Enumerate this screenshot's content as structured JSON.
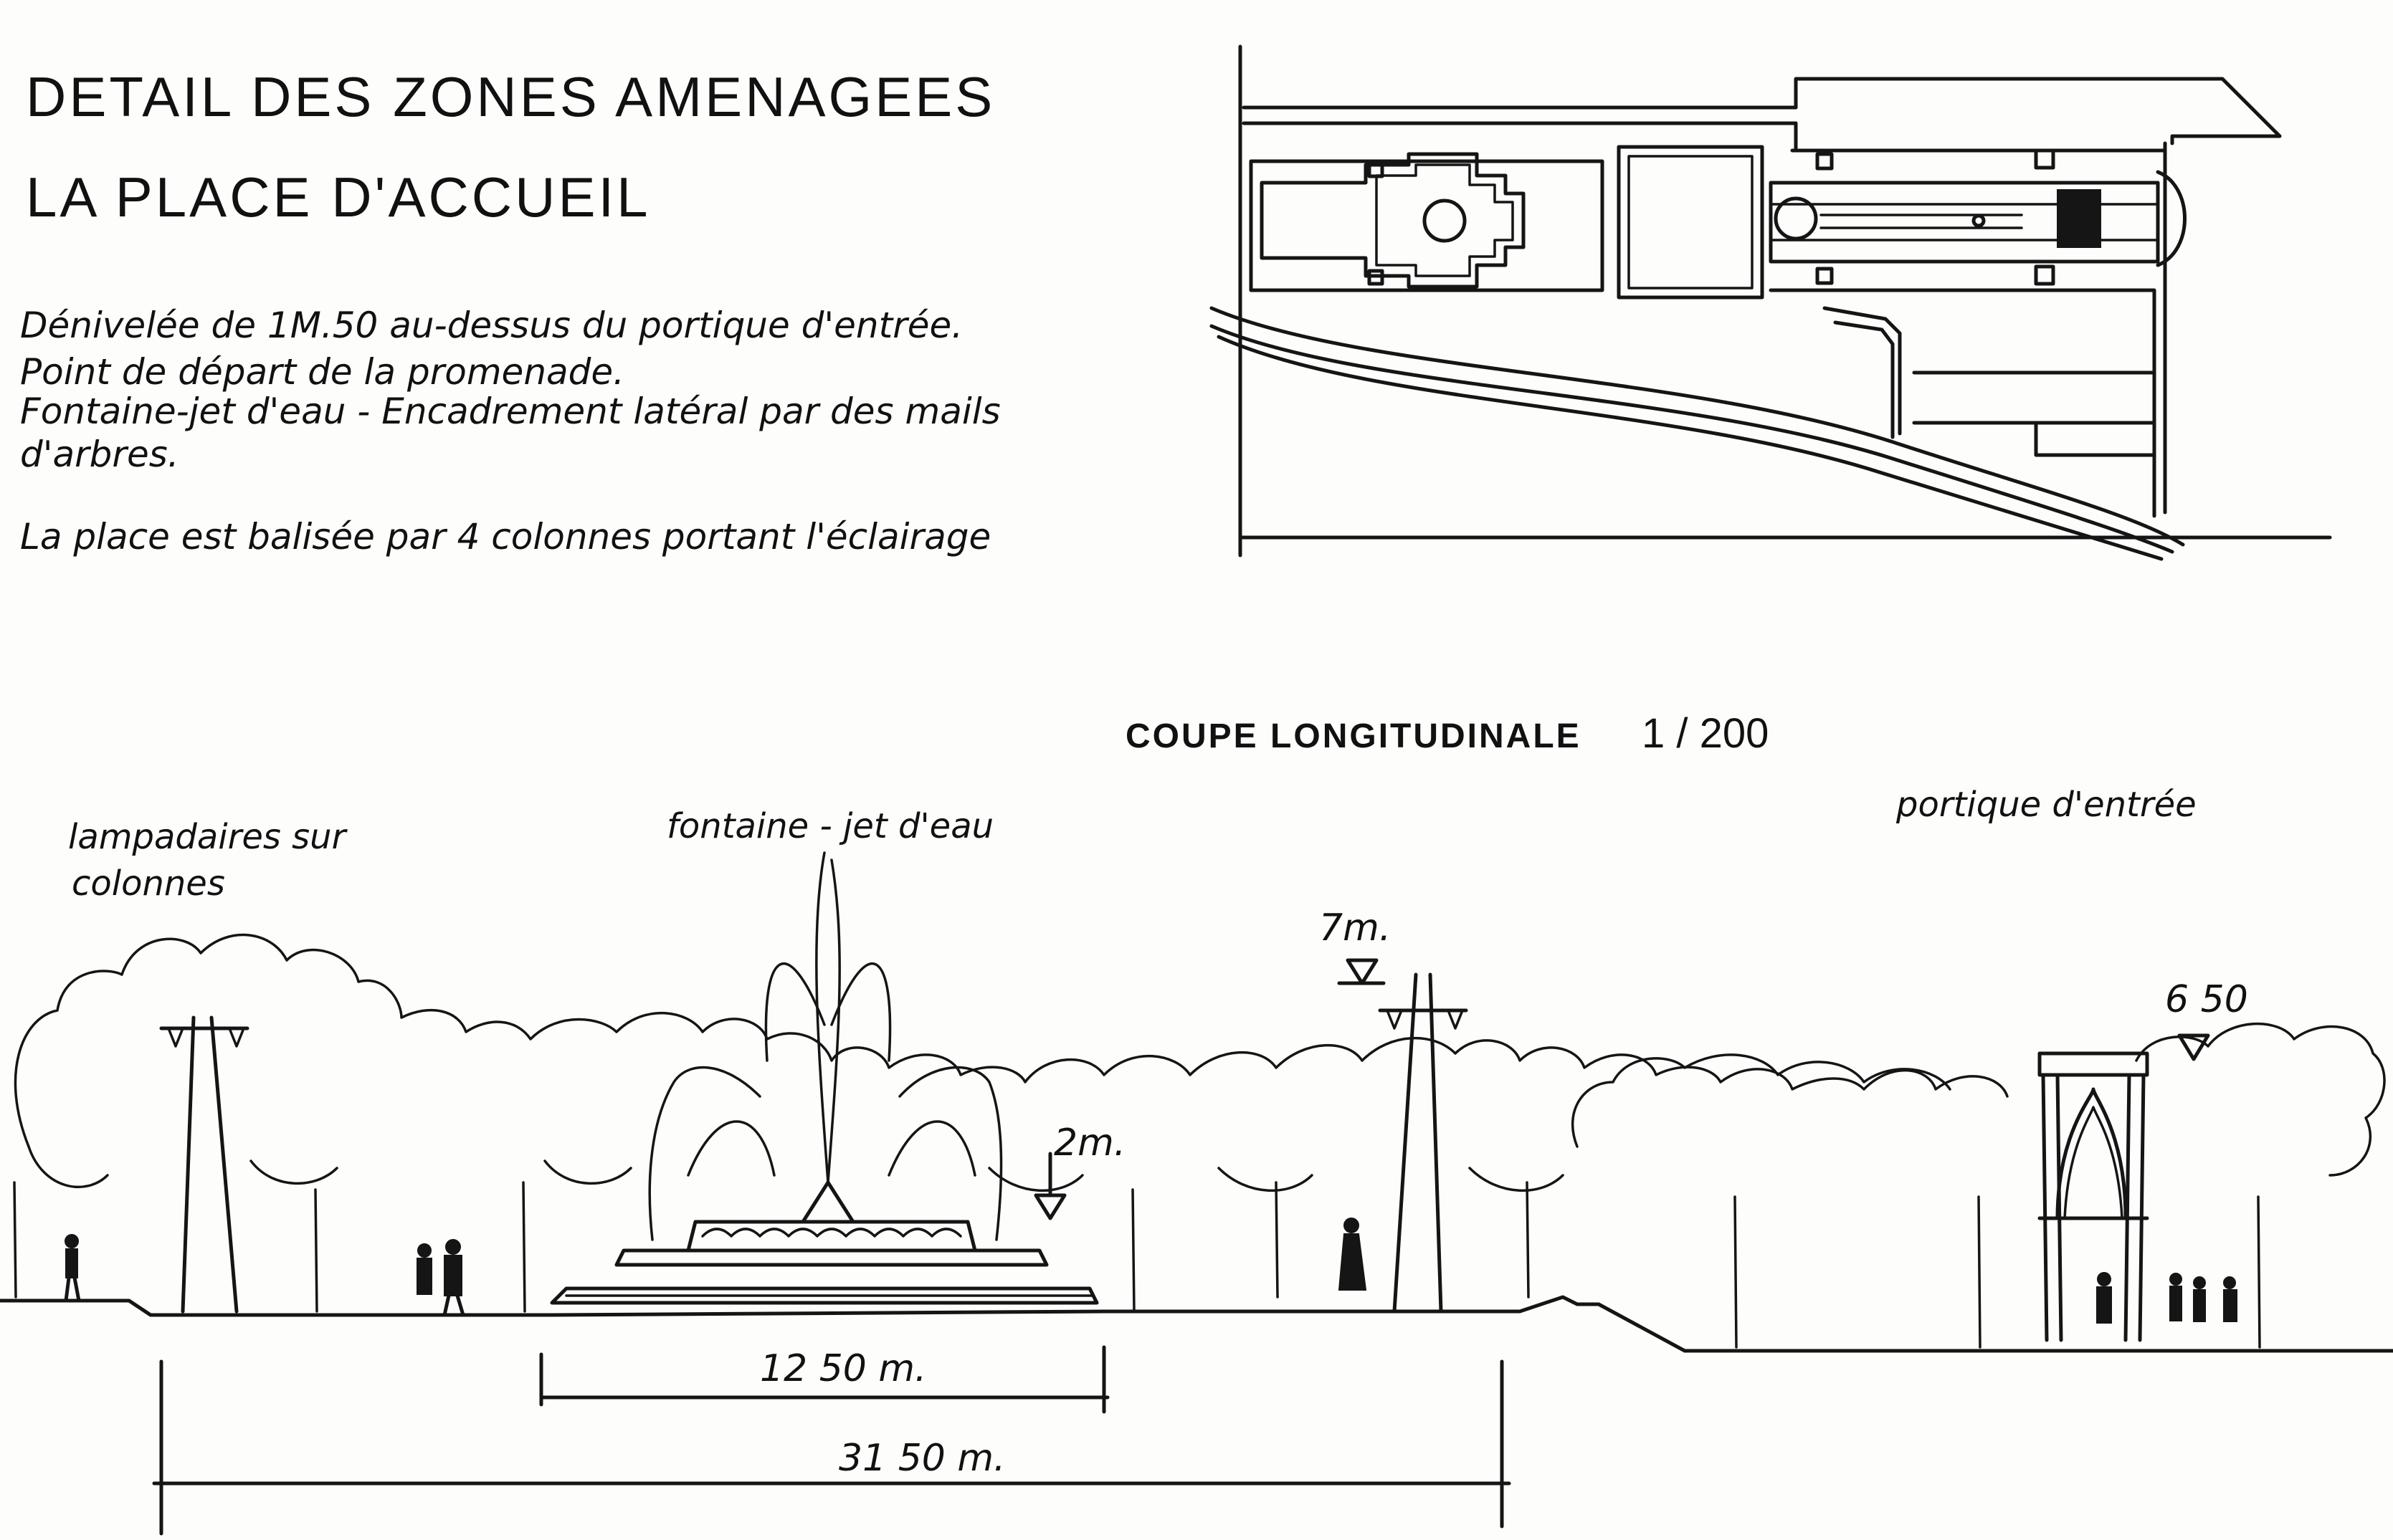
{
  "titles": {
    "line1": "DETAIL DES ZONES AMENAGEES",
    "line2": "LA PLACE D'ACCUEIL"
  },
  "notes": [
    "Dénivelée de 1M.50 au-dessus du portique d'entrée.",
    "Point de départ de la promenade.",
    "Fontaine-jet d'eau  -  Encadrement latéral par des mails",
    "d'arbres.",
    "La place est balisée par 4 colonnes portant l'éclairage"
  ],
  "section": {
    "title": "COUPE LONGITUDINALE",
    "scale": "1 / 200"
  },
  "labels": {
    "lampadaires_l1": "lampadaires sur",
    "lampadaires_l2": "colonnes",
    "fontaine": "fontaine - jet d'eau",
    "portique": "portique d'entrée"
  },
  "levels": {
    "column_height": "7m.",
    "fountain_height": "2m.",
    "portique_height": "6 50"
  },
  "dimensions": {
    "fountain_width": "12 50 m.",
    "place_width": "31 50 m."
  }
}
